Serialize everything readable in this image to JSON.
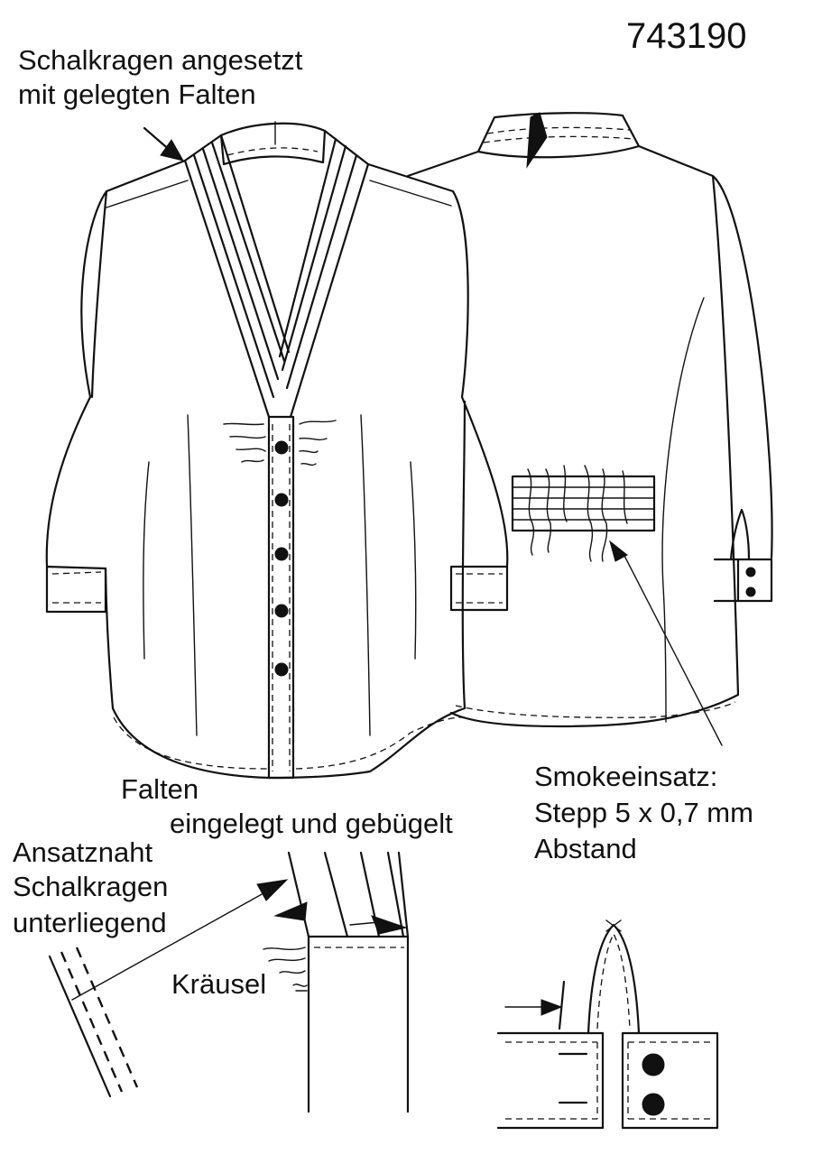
{
  "pattern_number": "743190",
  "labels": {
    "collar_note_line1": "Schalkragen angesetzt",
    "collar_note_line2": "mit gelegten Falten",
    "smock_line1": "Smokeeinsatz:",
    "smock_line2": "Stepp 5 x 0,7 mm",
    "smock_line3": "Abstand",
    "folds_line1": "Falten",
    "folds_line2": "eingelegt und gebügelt",
    "seam_line1": "Ansatznaht",
    "seam_line2": "Schalkragen",
    "seam_line3": "unterliegend",
    "gather": "Kräusel"
  },
  "colors": {
    "ink": "#111111",
    "paper": "#ffffff"
  }
}
